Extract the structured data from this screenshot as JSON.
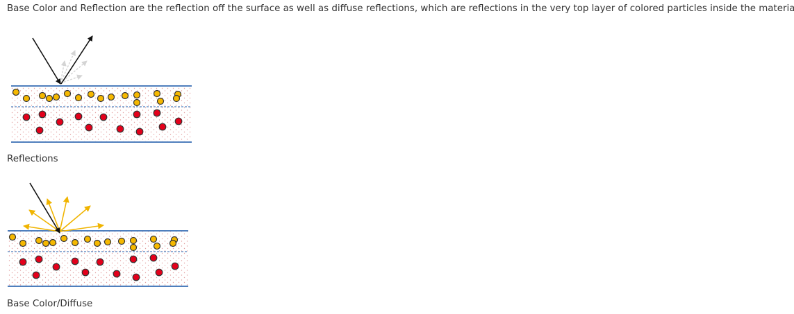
{
  "intro_text": "Base Color and Reflection are the reflection off the surface as well as diffuse reflections, which are reflections in the very top layer of colored particles inside the material.",
  "figures": [
    {
      "caption": "Reflections"
    },
    {
      "caption": "Base Color/Diffuse"
    }
  ],
  "colors": {
    "layer_line": "#4f7fbd",
    "yellow_particle": "#f6b800",
    "red_particle": "#e3001b",
    "incident_arrow": "#111111",
    "reflected_arrow": "#111111",
    "scatter_arrow_faint": "#d4d4d4",
    "diffuse_arrow": "#f0b400",
    "stipple": "#e2a0a0"
  }
}
